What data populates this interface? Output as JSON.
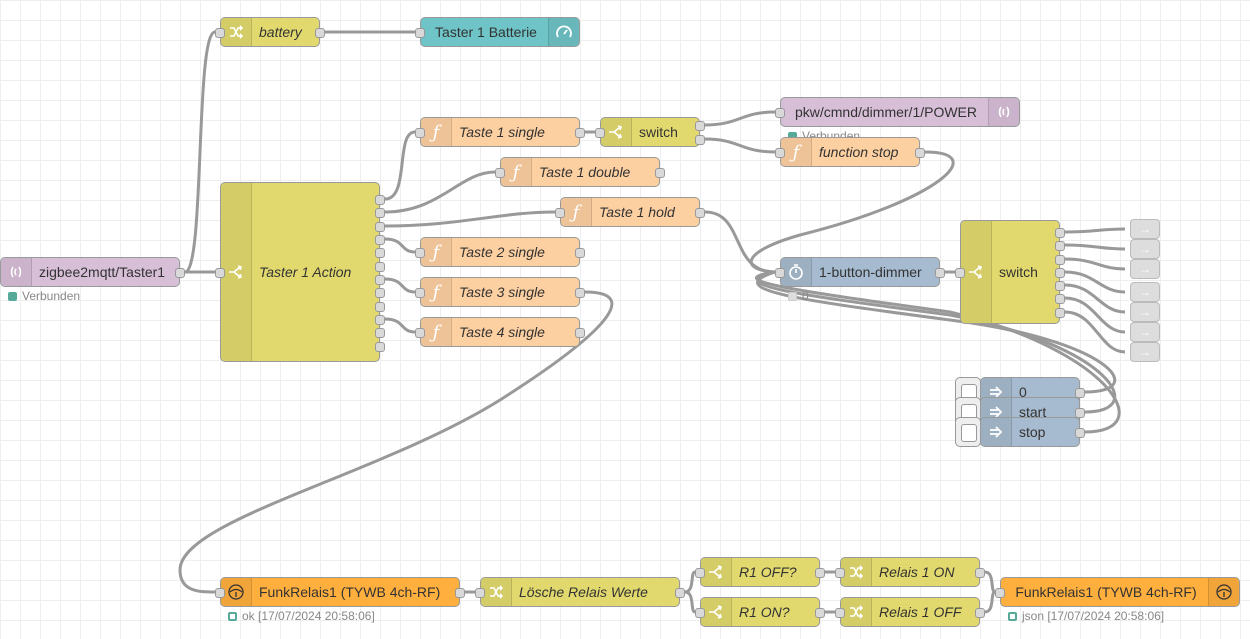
{
  "colors": {
    "mqtt": "#d8bfd8",
    "change": "#e2d96e",
    "switch": "#e2d96e",
    "function": "#fdd0a2",
    "gauge": "#6fc4c7",
    "timer": "#a6bbcf",
    "inject": "#a6bbcf",
    "tuya": "#ffaf3d",
    "output": "#dddddd",
    "status_green": "#5a9",
    "wire": "#999999"
  },
  "nodes": {
    "mqtt_in": {
      "label": "zigbee2mqtt/Taster1",
      "icon": "bridge-icon",
      "status": "Verbunden"
    },
    "battery": {
      "label": "battery",
      "icon": "shuffle-icon"
    },
    "gauge": {
      "label": "Taster 1 Batterie",
      "icon": "gauge-icon"
    },
    "action_switch": {
      "label": "Taster 1 Action",
      "icon": "switch-icon"
    },
    "t1_single": {
      "label": "Taste 1 single",
      "icon": "function-icon"
    },
    "t1_double": {
      "label": "Taste 1 double",
      "icon": "function-icon"
    },
    "t1_hold": {
      "label": "Taste 1 hold",
      "icon": "function-icon"
    },
    "t2_single": {
      "label": "Taste 2 single",
      "icon": "function-icon"
    },
    "t3_single": {
      "label": "Taste 3 single",
      "icon": "function-icon"
    },
    "t4_single": {
      "label": "Taste 4 single",
      "icon": "function-icon"
    },
    "switch1": {
      "label": "switch",
      "icon": "switch-icon"
    },
    "mqtt_out": {
      "label": "pkw/cmnd/dimmer/1/POWER",
      "icon": "bridge-icon",
      "status": "Verbunden"
    },
    "function_stop": {
      "label": "function stop",
      "icon": "function-icon"
    },
    "dimmer": {
      "label": "1-button-dimmer",
      "icon": "timer-icon",
      "status": "0"
    },
    "switch2": {
      "label": "switch",
      "icon": "switch-icon"
    },
    "inject_0": {
      "label": "0",
      "icon": "inject-icon"
    },
    "inject_start": {
      "label": "start",
      "icon": "inject-icon"
    },
    "inject_stop": {
      "label": "stop",
      "icon": "inject-icon"
    },
    "funk_in": {
      "label": "FunkRelais1 (TYWB 4ch-RF)",
      "icon": "tuya-icon",
      "status": "ok [17/07/2024 20:58:06]"
    },
    "loesche": {
      "label": "Lösche Relais Werte",
      "icon": "shuffle-icon"
    },
    "r1_off_q": {
      "label": "R1 OFF?",
      "icon": "switch-icon"
    },
    "r1_on_q": {
      "label": "R1 ON?",
      "icon": "switch-icon"
    },
    "relais_on": {
      "label": "Relais 1 ON",
      "icon": "shuffle-icon"
    },
    "relais_off": {
      "label": "Relais 1 OFF",
      "icon": "shuffle-icon"
    },
    "funk_out": {
      "label": "FunkRelais1 (TYWB 4ch-RF)",
      "icon": "tuya-icon",
      "status": "json [17/07/2024 20:58:06]"
    }
  },
  "switch_outputs": [
    "link-out-icon",
    "link-out-icon",
    "link-out-icon",
    "link-out-icon",
    "link-out-icon",
    "link-out-icon",
    "link-out-icon"
  ]
}
